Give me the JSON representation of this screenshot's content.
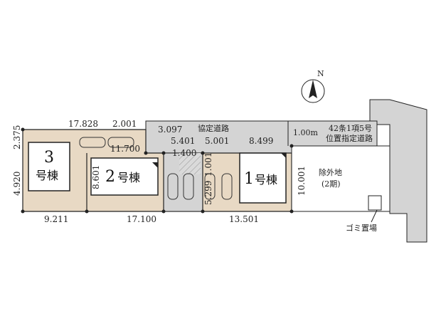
{
  "north": {
    "label": "N"
  },
  "buildings": [
    {
      "number": "3",
      "unit": "号棟"
    },
    {
      "number": "2",
      "unit": "号棟"
    },
    {
      "number": "1",
      "unit": "号棟"
    }
  ],
  "road": {
    "private_road_label": "協定道路",
    "designated_road_label_line1": "42条1項5号",
    "designated_road_label_line2": "位置指定道路",
    "width": "1.00m"
  },
  "excluded_land": {
    "line1": "除外地",
    "line2": "(2期)"
  },
  "garbage": {
    "label": "ゴミ置場"
  },
  "dimensions": {
    "top_left": "17.828",
    "top_2": "2.001",
    "diag_1": "3.097",
    "road_a": "5.401",
    "road_b": "5.001",
    "road_c": "8.499",
    "inner_1": "11.700",
    "inner_2": "1.400",
    "left_top": "2.375",
    "left_bottom": "4.920",
    "lot2_height": "8.601",
    "road_vert_1": "5.299",
    "road_vert_2": "1.001",
    "lot1_height": "10.001",
    "bottom_1": "9.211",
    "bottom_2": "17.100",
    "bottom_3": "13.501"
  },
  "colors": {
    "lot_fill": "#e8d9c4",
    "road_fill": "#d4d4d4",
    "line": "#222222",
    "building_fill": "#ffffff"
  }
}
